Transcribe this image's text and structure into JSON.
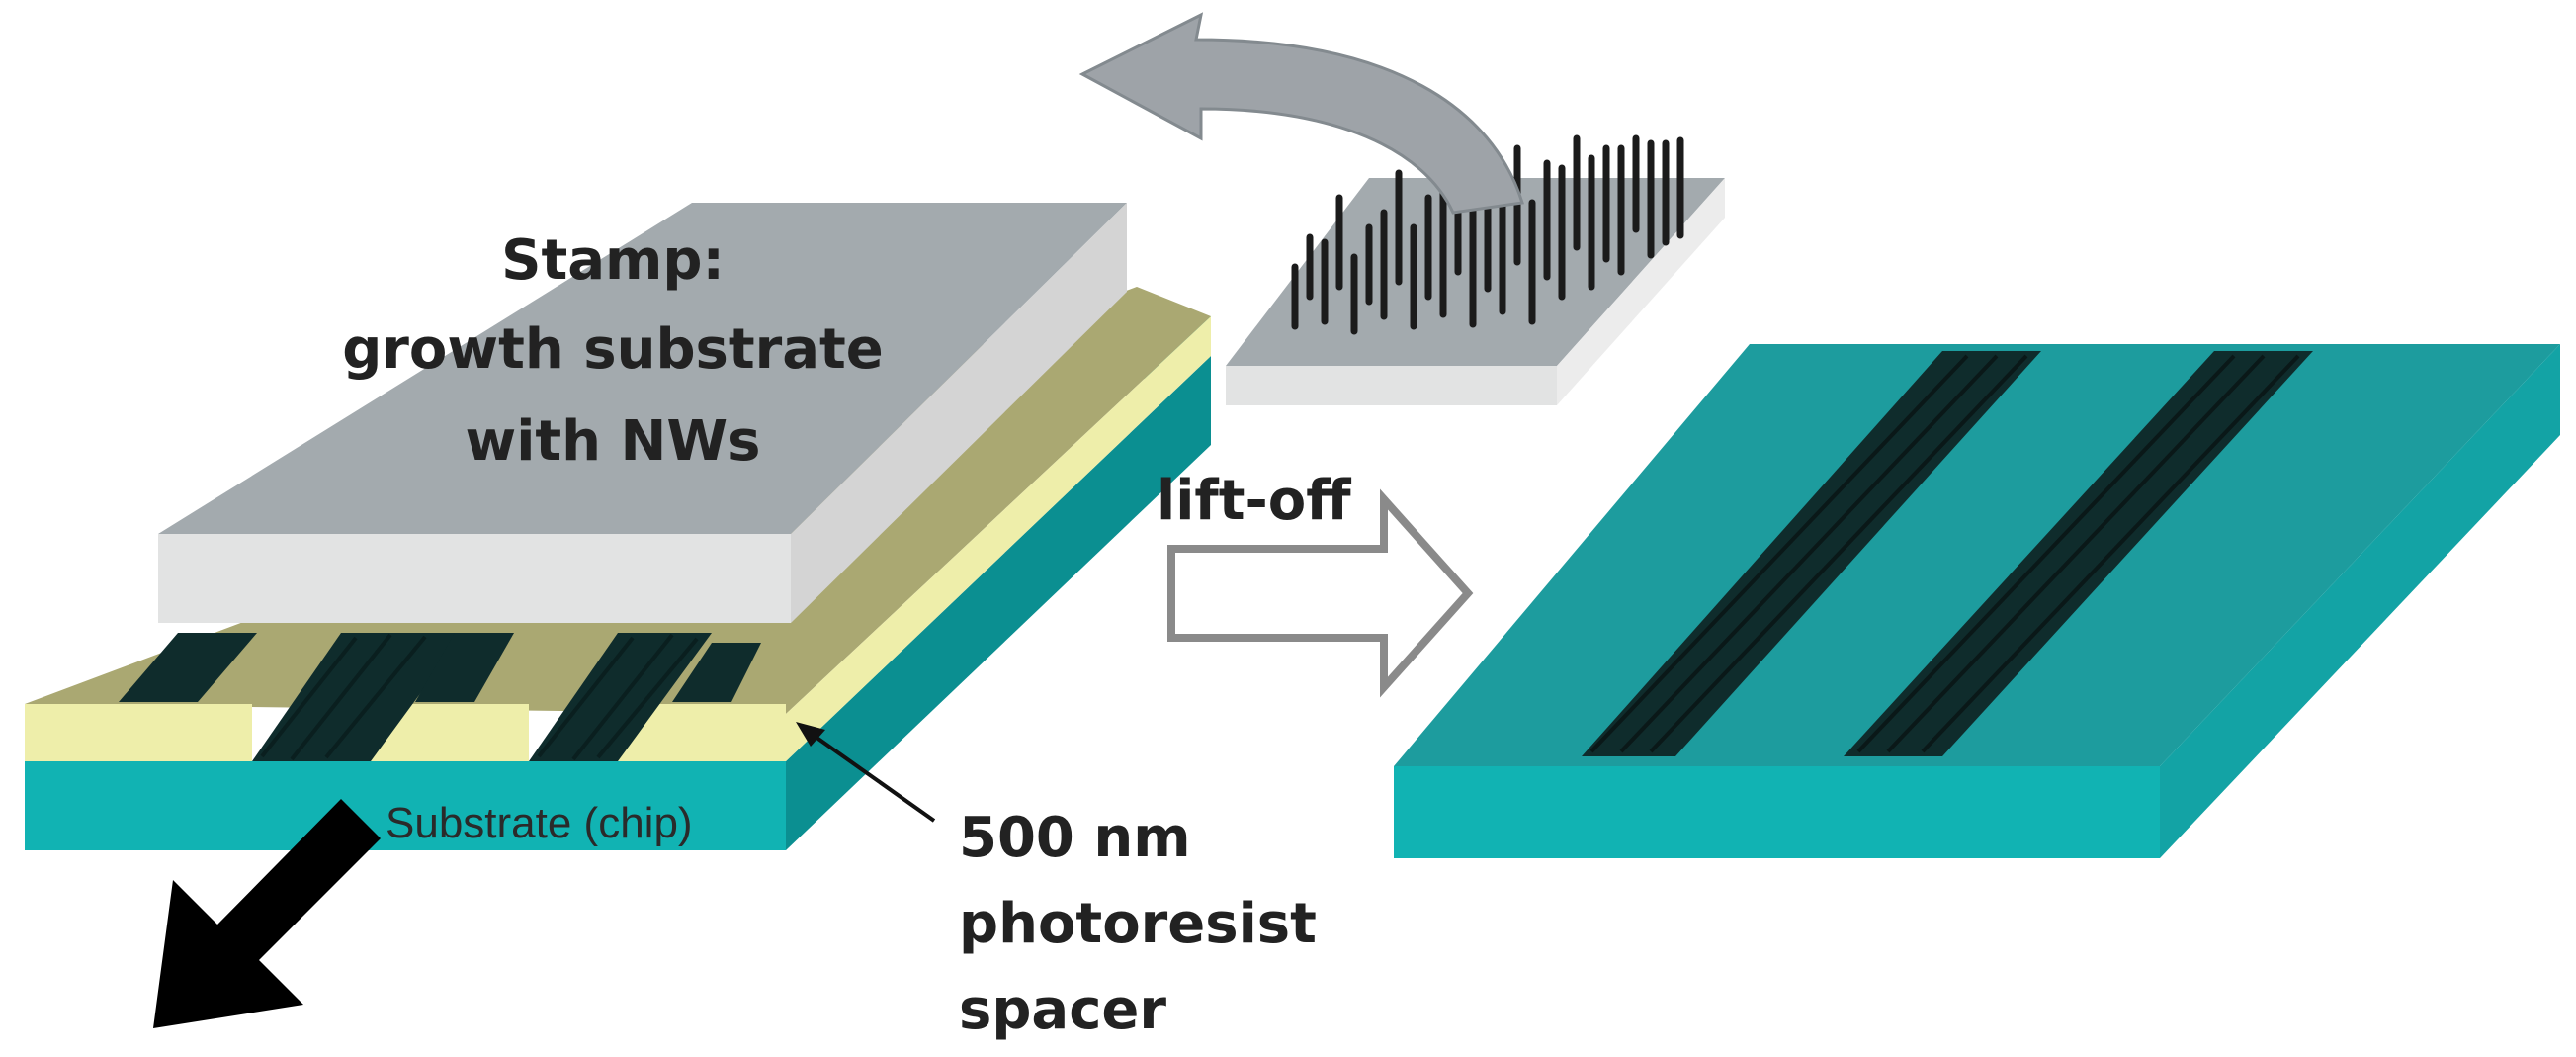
{
  "labels": {
    "stamp_line1": "Stamp:",
    "stamp_line2": "growth substrate",
    "stamp_line3": "with NWs",
    "lift_off": "lift-off",
    "substrate": "Substrate (chip)",
    "spacer_line1": "500 nm",
    "spacer_line2": "photoresist",
    "spacer_line3": "spacer"
  },
  "colors": {
    "stamp_top": "#a3aaae",
    "stamp_front": "#e2e3e3",
    "substrate_top": "#1d9c9e",
    "substrate_front": "#11b3b3",
    "spacer_yellow": "#eeeeaa",
    "spacer_olive": "#aaa872",
    "nanowire_dark": "#0f2c2c"
  },
  "icons": {
    "curved_arrow": "curved-arrow-icon",
    "lift_off_arrow": "hollow-right-arrow-icon",
    "pull_arrow": "black-arrow-icon"
  }
}
